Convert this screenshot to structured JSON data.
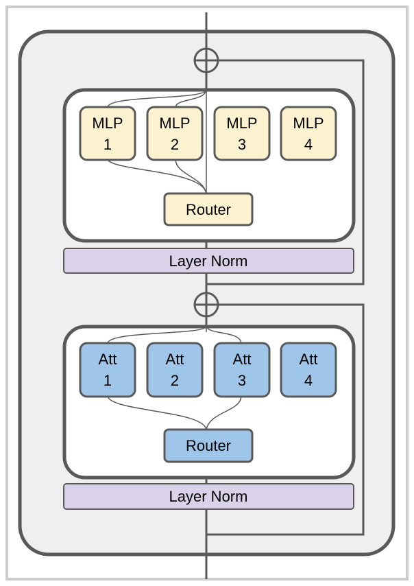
{
  "moe_block": {
    "mlp_experts": [
      {
        "line1": "MLP",
        "line2": "1"
      },
      {
        "line1": "MLP",
        "line2": "2"
      },
      {
        "line1": "MLP",
        "line2": "3"
      },
      {
        "line1": "MLP",
        "line2": "4"
      }
    ],
    "mlp_router_label": "Router",
    "mlp_layer_norm_label": "Layer Norm"
  },
  "moa_block": {
    "att_experts": [
      {
        "line1": "Att",
        "line2": "1"
      },
      {
        "line1": "Att",
        "line2": "2"
      },
      {
        "line1": "Att",
        "line2": "3"
      },
      {
        "line1": "Att",
        "line2": "4"
      }
    ],
    "att_router_label": "Router",
    "att_layer_norm_label": "Layer Norm"
  },
  "colors": {
    "mlp_fill": "#fdf2d0",
    "att_fill": "#9fc5e8",
    "norm_fill": "#d9d2e9",
    "stroke": "#595959",
    "outer_fill": "#efefef",
    "frame": "#cccccc"
  }
}
